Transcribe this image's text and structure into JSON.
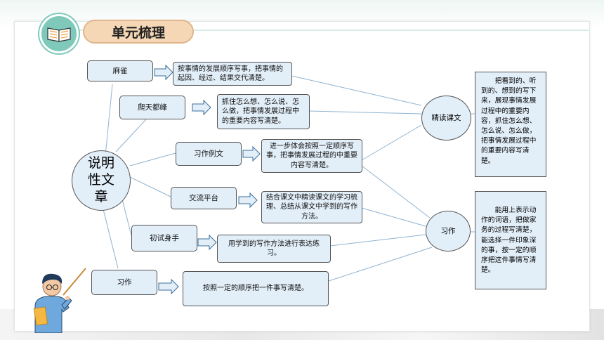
{
  "header": {
    "title": "单元梳理",
    "icon": "book-icon"
  },
  "center_topic": "说明性文章",
  "sections": [
    {
      "label": "麻雀",
      "desc": "按事情的发展顺序写事，把事情的起因、经过、结果交代清楚。"
    },
    {
      "label": "爬天都峰",
      "desc": "抓住怎么想、怎么说、怎么做，把事情发展过程中的重要内容写清楚。"
    },
    {
      "label": "习作例文",
      "desc": "进一步体会按照一定顺序写事，把事情发展过程的中重要内容写清楚。"
    },
    {
      "label": "交流平台",
      "desc": "结合课文中精读课文的学习梳理、总结从课文中学到的写作方法。"
    },
    {
      "label": "初试身手",
      "desc": "用学到的写作方法进行表达练习。"
    },
    {
      "label": "习作",
      "desc": "按照一定的顺序把一件事写清楚。"
    }
  ],
  "groups": [
    {
      "label": "精读课文",
      "summary": "把看到的、听到的、想到的写下来，展现事情发展过程中的重要内容，抓住怎么想、怎么说、怎么做，把事情发展过程中的重要内容写清楚。"
    },
    {
      "label": "习作",
      "summary": "能用上表示动作的词语，把做家务的过程写清楚，能选择一件印象深的事，按一定的顺序把这件事情写清楚。"
    }
  ],
  "colors": {
    "box_fill": "#e2eef8",
    "title_pill": "#f6d7b5",
    "icon_circle": "#7fc9bb",
    "arrow": "#5a8fbd"
  }
}
